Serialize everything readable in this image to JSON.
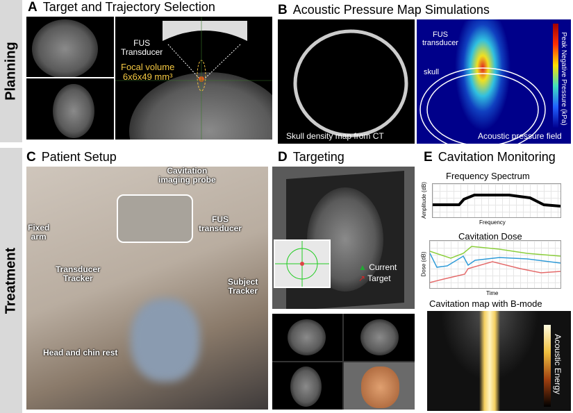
{
  "sections": {
    "planning": "Planning",
    "treatment": "Treatment"
  },
  "panelA": {
    "letter": "A",
    "title": "Target and Trajectory Selection",
    "transducer": "FUS\nTransducer",
    "focal": "Focal volume",
    "focal_size": "6x6x49 mm³"
  },
  "panelB": {
    "letter": "B",
    "title": "Acoustic Pressure Map Simulations",
    "skull_caption": "Skull density map from CT",
    "pressure_caption": "Acoustic pressure field",
    "fus": "FUS\ntransducer",
    "skull": "skull",
    "colorbar_label": "Peak Negative Pressure (kPa)"
  },
  "panelC": {
    "letter": "C",
    "title": "Patient Setup",
    "callouts": {
      "probe": "Cavitation\nimaging probe",
      "fixed_arm": "Fixed\narm",
      "fus": "FUS\ntransducer",
      "transducer_tracker": "Transducer\nTracker",
      "subject_tracker": "Subject\nTracker",
      "rest": "Head and chin rest"
    }
  },
  "panelD": {
    "letter": "D",
    "title": "Targeting",
    "legend": {
      "current": "Current",
      "target": "Target"
    },
    "colors": {
      "current": "#22aa33",
      "target": "#dd2222"
    }
  },
  "panelE": {
    "letter": "E",
    "title": "Cavitation Monitoring",
    "spectrum": {
      "title": "Frequency Spectrum",
      "ylabel": "Amplitude (dB)",
      "xlabel": "Frequency"
    },
    "dose": {
      "title": "Cavitation Dose",
      "ylabel": "Dose (dB)",
      "xlabel": "Time",
      "colors": [
        "#8ccf3c",
        "#2f9bd8",
        "#e46a6a"
      ]
    },
    "map": {
      "title": "Cavitation map with B-mode",
      "colorbar_label": "Acoustic Energy"
    }
  }
}
